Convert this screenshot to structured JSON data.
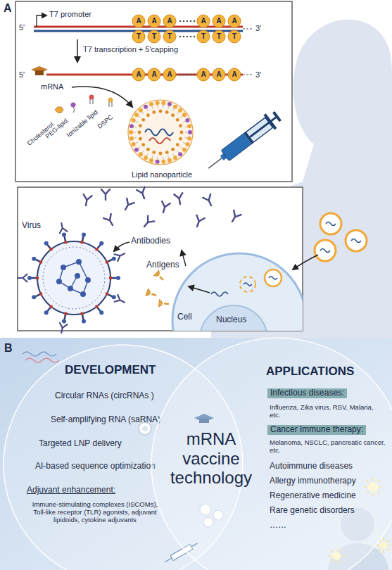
{
  "diagram": {
    "nodes": [
      {
        "text": [
          "Lipid nanoparticle"
        ]
      },
      {
        "text": [
          "Virus"
        ]
      },
      {
        "text": [
          "Cell"
        ]
      },
      {
        "text": [
          "Nucleus"
        ],
        "in": 2
      },
      {
        "text": [
          "DEVELOPMENT",
          "Circular RNAs (circRNAs )",
          "Self-amplifying RNA (saRNA)",
          "Targeted LNP delivery",
          "AI-based sequence optimization",
          "Adjuvant enhancement:",
          "Immune-stimulating complexes (ISCOMs), Toll-like receptor (TLR) agonists, adjuvant lipidoids, cytokine adjuvants"
        ]
      },
      {
        "text": [
          "APPLICATIONS",
          "Infectious diseases:",
          "Influenza, Zika virus, RSV, Malaria, etc.",
          "Cancer Immune therapy:",
          "Melanoma, NSCLC, pancreatic cancer, etc.",
          "Autoimmune diseases",
          "Allergy immunotherapy",
          "Regenerative medicine",
          "Rare genetic disorders",
          "……"
        ]
      }
    ],
    "labels": [
      "A",
      "5′",
      "T7 promoter",
      "A",
      "A",
      "A",
      "A",
      "A",
      "A",
      "T",
      "T",
      "T",
      "T",
      "T",
      "T",
      "3′",
      "T7 transcription + 5′capping",
      "5′",
      "A",
      "A",
      "A",
      "A",
      "A",
      "A",
      "3′",
      "mRNA",
      "Cholesterol",
      "PEG-lipid",
      "Ionizable lipid",
      "DSPC",
      "Antibodies",
      "Antigens",
      "B",
      "mRNA vaccine technology"
    ]
  }
}
